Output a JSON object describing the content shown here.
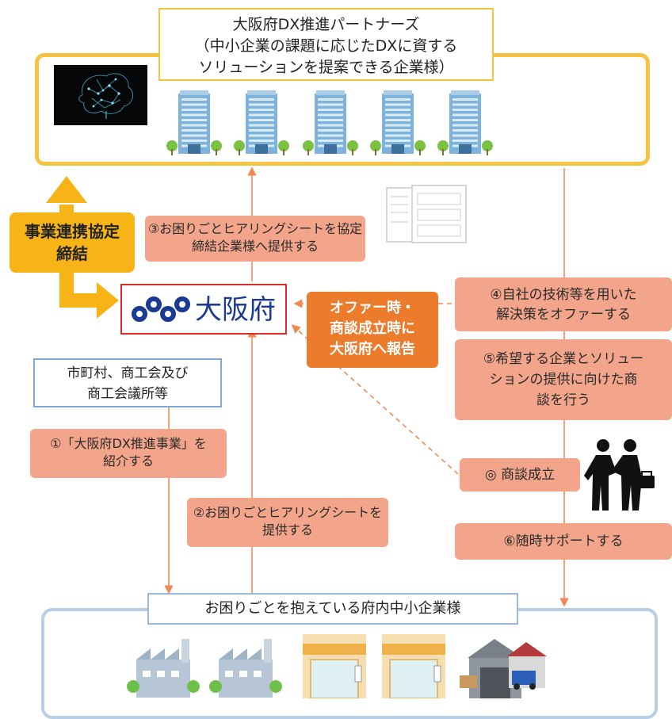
{
  "partners": {
    "title_line1": "大阪府DX推進パートナーズ",
    "title_line2": "（中小企業の課題に応じたDXに資する",
    "title_line3": "ソリューションを提案できる企業様）"
  },
  "alliance_label_line1": "事業連携協定",
  "alliance_label_line2": "締結",
  "osaka_logo_text": "大阪府",
  "municipalities_line1": "市町村、商工会及び",
  "municipalities_line2": "商工会議所等",
  "report_box": {
    "line1": "オファー時・",
    "line2": "商談成立時に",
    "line3": "大阪府へ報告"
  },
  "steps": {
    "step1_line1": "①「大阪府DX推進事業」を",
    "step1_line2": "紹介する",
    "step2_line1": "②お困りごとヒアリングシートを",
    "step2_line2": "提供する",
    "step3_line1": "③お困りごとヒアリングシートを協定",
    "step3_line2": "締結企業様へ提供する",
    "step4_line1": "④自社の技術等を用いた",
    "step4_line2": "解決策をオファーする",
    "step5_line1": "⑤希望する企業とソリュー",
    "step5_line2": "ションの提供に向けた商",
    "step5_line3": "談を行う",
    "deal": "◎ 商談成立",
    "step6": "⑥随時サポートする"
  },
  "smes_title": "お困りごとを抱えている府内中小企業様",
  "colors": {
    "partner_frame": "#f5c242",
    "sme_frame": "#b8cde6",
    "arrow": "#ee8a52",
    "step_fill": "#f2a58a",
    "report_fill": "#ec7b2b",
    "alliance_fill": "#f6b417",
    "osaka_blue": "#1a3a94",
    "logo_border": "#e02a2a"
  },
  "icons": [
    "ai-brain-image",
    "office-building-icon",
    "hearing-sheet-document-icon",
    "osaka-prefecture-logo-icon",
    "handshake-icon",
    "factory-icon",
    "shop-icon",
    "warehouse-truck-icon"
  ]
}
